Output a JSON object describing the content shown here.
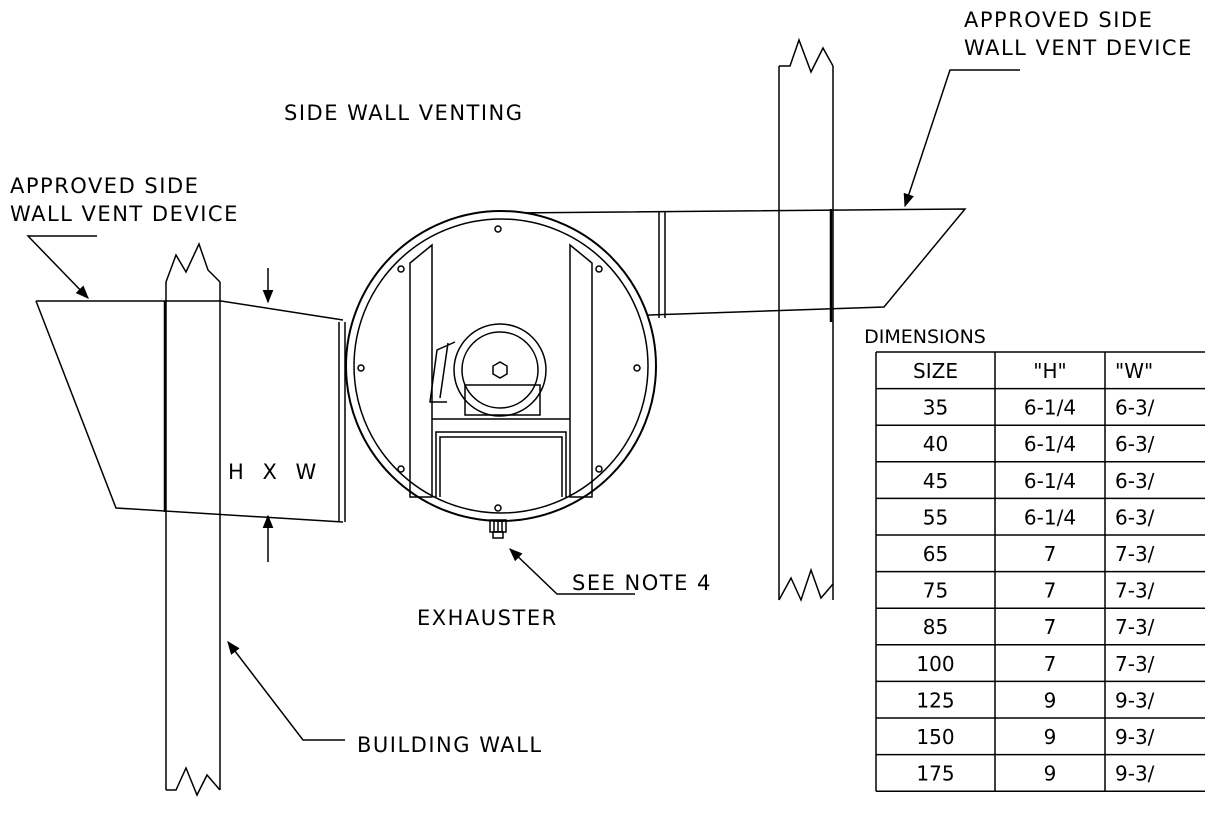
{
  "labels": {
    "title": "SIDE WALL VENTING",
    "vent_device_left": [
      "APPROVED SIDE",
      "WALL VENT DEVICE"
    ],
    "vent_device_right": [
      "APPROVED SIDE",
      "WALL VENT DEVICE"
    ],
    "duct_size": "H X W",
    "see_note": "SEE NOTE 4",
    "exhauster": "EXHAUSTER",
    "building_wall": "BUILDING WALL"
  },
  "dimensions_table": {
    "title": "DIMENSIONS",
    "headers": [
      "SIZE",
      "\"H\"",
      "\"W\""
    ],
    "rows": [
      [
        "35",
        "6-1/4",
        "6-3/"
      ],
      [
        "40",
        "6-1/4",
        "6-3/"
      ],
      [
        "45",
        "6-1/4",
        "6-3/"
      ],
      [
        "55",
        "6-1/4",
        "6-3/"
      ],
      [
        "65",
        "7",
        "7-3/"
      ],
      [
        "75",
        "7",
        "7-3/"
      ],
      [
        "85",
        "7",
        "7-3/"
      ],
      [
        "100",
        "7",
        "7-3/"
      ],
      [
        "125",
        "9",
        "9-3/"
      ],
      [
        "150",
        "9",
        "9-3/"
      ],
      [
        "175",
        "9",
        "9-3/"
      ]
    ]
  }
}
